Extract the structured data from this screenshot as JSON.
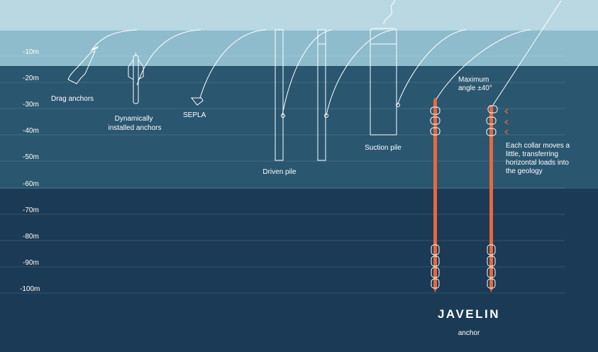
{
  "depth_scale": {
    "unit": "m",
    "labels": [
      "-10m",
      "-20m",
      "-30m",
      "-40m",
      "-50m",
      "-60m",
      "-70m",
      "-80m",
      "-90m",
      "-100m"
    ]
  },
  "anchor_types": [
    {
      "id": "drag",
      "label_lines": [
        "Drag anchors"
      ]
    },
    {
      "id": "dynamic",
      "label_lines": [
        "Dynamically",
        "installed anchors"
      ]
    },
    {
      "id": "sepla",
      "label_lines": [
        "SEPLA"
      ]
    },
    {
      "id": "driven",
      "label_lines": [
        "Driven pile"
      ]
    },
    {
      "id": "suction",
      "label_lines": [
        "Suction pile"
      ]
    }
  ],
  "javelin": {
    "angle_note_lines": [
      "Maximum",
      "angle ±40°"
    ],
    "collar_note_lines": [
      "Each collar moves a",
      "little, transferring",
      "horizontal loads into",
      "the geology"
    ],
    "logo_text": "JAVELIN",
    "sub_label": "anchor"
  },
  "colors": {
    "sky": "#b9d8e2",
    "upper_water": "#8ebccc",
    "mid_water": "#2a5670",
    "seabed": "#1b3a55",
    "line": "#ffffff",
    "accent": "#e8693a"
  }
}
